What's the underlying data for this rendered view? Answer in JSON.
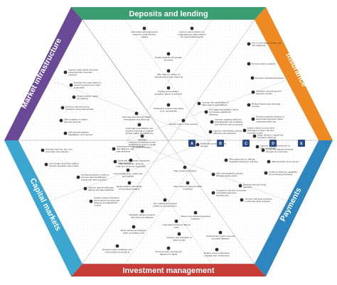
{
  "colors": {
    "deposits": "#3a9e72",
    "insurance": "#ef8a23",
    "payments": "#2e86c1",
    "investment": "#c63d37",
    "capital": "#3ba6cf",
    "infrastructure": "#6a4a96",
    "dot": "#2f2f2f",
    "marker": "#2b4a85",
    "line": "#9a9a9a"
  },
  "headers": {
    "deposits": "Deposits and lending",
    "insurance": "Insurance",
    "payments": "Payments",
    "investment": "Investment management",
    "capital": "Capital markets",
    "infrastructure": "Market infrastructure"
  },
  "markers": [
    "A",
    "B",
    "C",
    "D",
    "E"
  ],
  "items": {
    "deposits": [
      "Automated and augmented business credit decision making",
      "Improve client advisory by integrating into data streams for opportunities/events",
      "Predict defaults with greater accuracy",
      "Offer tailored, advice on experiences across channels",
      "Provide personalized, proactive advice in real time",
      "Miniaturize unsecured lending to be use-specific",
      "Provide loan in Time-sensing"
    ],
    "insurance": [
      "Use of new data to insure new risk categories",
      "Process claims instantly",
      "Develop modularized policies",
      "Introduce new pricing and payment models",
      "Reduce fraud using new data sources",
      "Provide proactive analytics to clients that help them better understand their risk",
      "Advise clients on preventive strategies to lower risk and insurance costs",
      "Shop: Modern, mobile-first insurance offerings",
      "Improve sales effectiveness to drive profitability",
      "Increase the capabilities of sales agents and advisors",
      "Use digital and graphic claims to increase adjustment efficiency",
      "Increase capacity efficiency through better risk modelling and real-time risk monitoring",
      "Improve underwriting, pricing efficiency and accuracy"
    ],
    "payments": [
      "Act as the ultimate personal shopper for customers",
      "Offer products \"as a service\"",
      "Create an advisory capability for merchant purchasing",
      "Develop real-time fraud detection",
      "Increase detection precision to eliminate false positives",
      "Automate compliance and security",
      "Offer payments by offering bespoke financing in real time",
      "Offer personalised products through loyalty points",
      "Compete to become a provider of invisible payments infrastructure"
    ],
    "investment": [
      "Establish passive products that track new datasets",
      "Share more dividend personal products",
      "Automated pricing of data at scale",
      "Mimic advanced strategies while controlling costs",
      "Analyse vast quantities of data at scale",
      "Continuously source new and exclusive datasets",
      "Develop unique strategies and new investment products",
      "Find new and unstructured datasets for alpha",
      "Enable users to effectively manage their investments",
      "Offer systematic, account rebal and customer acquisition",
      "Control balancing, market risk and liquidity",
      "Offer customer training",
      "Equip advisors with highly personalized insights",
      "Offer outcome based portfolio modelling",
      "Use existing but unused platforms for distribution"
    ],
    "capital": [
      "Develop real-time, pre- and post-trade risk analytics",
      "Use broader and better data to develop predictive risk models",
      "Develop predictive models to improve deal identification, pricing and sales activities",
      "Improve deal identification, pairing and sales activities",
      "Achieve better investment performance by using new datasets and algorithmic models",
      "Automate pre-trade analysis, due diligence and administration",
      "Automate investment monitoring and reporting"
    ],
    "infrastructure": [
      "Improve trade speed and price using dynamic execution methods",
      "Develop new order types to protect investors from risks proactively",
      "Deploy holistic market surveillance",
      "Develop macroeconomic indicators using internal data",
      "Offer insights on market structure and risk",
      "Sell internal analytics capabilities \"as a service\"",
      "Automate and improve triage, investigation and reporting",
      "Automate reconciliation and incident reporting to improve service quality and efficiency",
      "Integrate cross-functional/transversal workflows to achieve insight through processes"
    ]
  }
}
